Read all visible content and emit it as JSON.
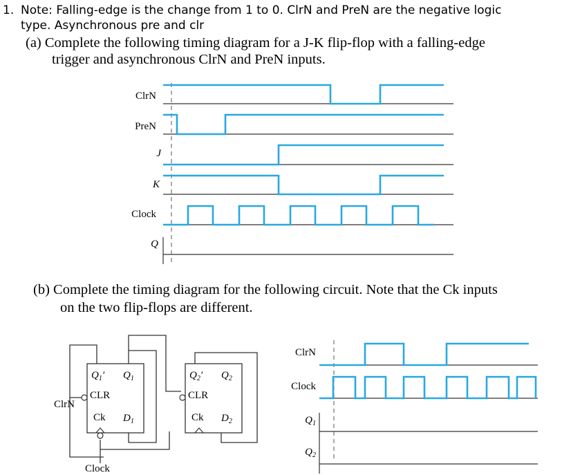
{
  "question": {
    "number": "1.",
    "note_line1": "Note: Falling-edge is the change from 1 to 0. ClrN and PreN are the negative logic",
    "note_line2": "type. Asynchronous pre and clr"
  },
  "part_a": {
    "line1": "(a) Complete the following timing diagram for a J-K flip-flop with a falling-edge",
    "line2": "trigger and asynchronous ClrN and PreN inputs.",
    "signals": [
      "ClrN",
      "PreN",
      "J",
      "K",
      "Clock",
      "Q"
    ]
  },
  "part_b": {
    "line1": "(b) Complete the timing diagram for the following circuit. Note that the Ck inputs",
    "line2": "on the two flip-flops are different.",
    "signals": [
      "ClrN",
      "Clock",
      "Q",
      "Q"
    ],
    "signal_subs": [
      "",
      "",
      "1",
      "2"
    ]
  },
  "circuit": {
    "ff1": {
      "q_bar": "Q",
      "q_bar_sub": "1",
      "q": "Q",
      "q_sub": "1",
      "clr": "CLR",
      "ck": "Ck",
      "d": "D",
      "d_sub": "1"
    },
    "ff2": {
      "q_bar": "Q",
      "q_bar_sub": "2",
      "q": "Q",
      "q_sub": "2",
      "clr": "CLR",
      "ck": "Ck",
      "d": "D",
      "d_sub": "2"
    },
    "clrn_label": "ClrN",
    "clock_label": "Clock"
  },
  "colors": {
    "waveform": "#29a8e0",
    "axis": "#333333",
    "dashed": "#555555"
  }
}
